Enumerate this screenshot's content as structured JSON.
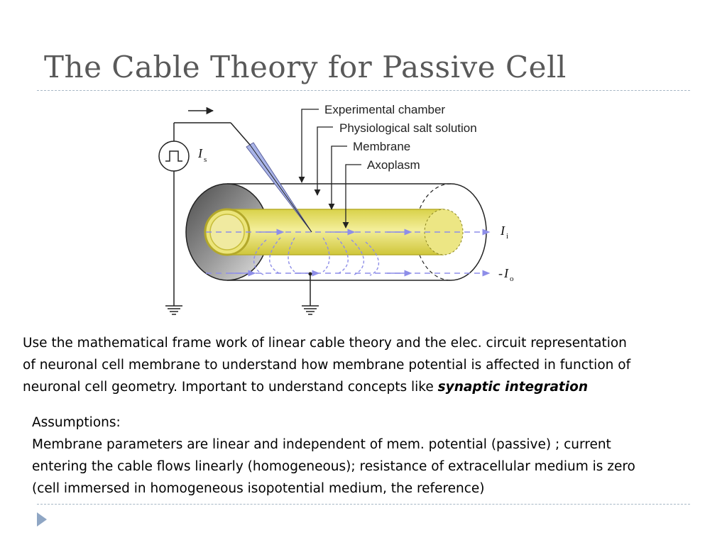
{
  "slide": {
    "title": "The Cable Theory for Passive Cell"
  },
  "figure": {
    "labels": {
      "experimental_chamber": "Experimental chamber",
      "salt_solution": "Physiological salt solution",
      "membrane": "Membrane",
      "axoplasm": "Axoplasm"
    },
    "symbols": {
      "stim_var": "I",
      "stim_sub": "s",
      "inner_var": "I",
      "inner_sub": "i",
      "outer_prefix": "-",
      "outer_var": "I",
      "outer_sub": "o"
    },
    "colors": {
      "axon_fill": "#e3dc61",
      "current_arrows": "#8e8ee8",
      "electrode": "#a9b4e8"
    },
    "icons": [
      "square-pulse-icon",
      "ground-icon",
      "arrow-right-icon"
    ]
  },
  "body": {
    "paragraph": "Use the mathematical frame work of linear cable theory and the elec. circuit representation\nof neuronal cell membrane to understand how membrane potential is affected in function of\nneuronal cell geometry. Important to understand concepts like ",
    "paragraph_emphasis": "synaptic integration",
    "assumptions": "Assumptions:\nMembrane parameters are linear and independent of mem. potential (passive) ; current\nentering the cable flows linearly (homogeneous); resistance of extracellular medium is zero\n(cell immersed in homogeneous isopotential medium, the reference)"
  }
}
